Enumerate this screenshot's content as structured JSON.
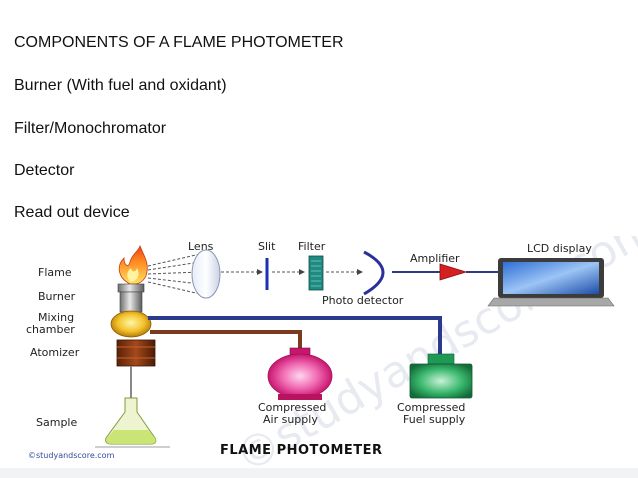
{
  "slide": {
    "heading": "COMPONENTS OF A FLAME PHOTOMETER",
    "items": [
      "Burner (With fuel and oxidant)",
      "Filter/Monochromator",
      "Detector",
      "Read out device"
    ]
  },
  "diagram": {
    "labels": {
      "flame": "Flame",
      "burner": "Burner",
      "mixing_line1": "Mixing",
      "mixing_line2": "chamber",
      "atomizer": "Atomizer",
      "sample": "Sample",
      "lens": "Lens",
      "slit": "Slit",
      "filter": "Filter",
      "amplifier": "Amplifier",
      "lcd_display": "LCD display",
      "photo_detector": "Photo detector",
      "air_line1": "Compressed",
      "air_line2": "Air supply",
      "fuel_line1": "Compressed",
      "fuel_line2": "Fuel supply",
      "title": "FLAME PHOTOMETER",
      "website": "©studyandscore.com",
      "watermark": "©studyandscore.com"
    },
    "colors": {
      "air_supply": "#e0328c",
      "fuel_supply": "#1f9a55",
      "air_tube": "#7a3b1e",
      "fuel_tube": "#2b3a8f",
      "amplifier": "#d42020",
      "filter": "#1f8a80",
      "slit": "#1d2fb8",
      "flask_liquid": "#c5e36a"
    }
  }
}
